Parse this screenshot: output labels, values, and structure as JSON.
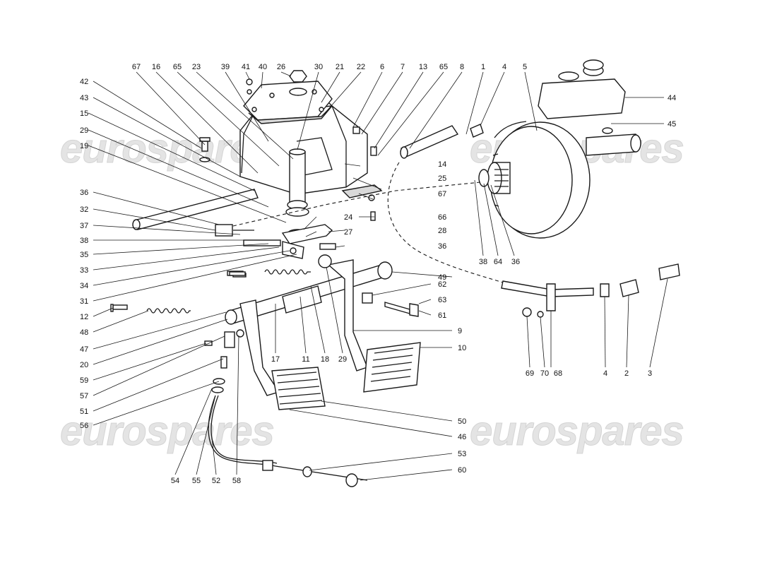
{
  "watermark": "eurospares",
  "callouts": {
    "top_row": [
      "67",
      "16",
      "65",
      "23",
      "39",
      "41",
      "40",
      "26",
      "30",
      "21",
      "22",
      "6",
      "7",
      "13",
      "65",
      "8",
      "1",
      "4",
      "5"
    ],
    "left_column": [
      "42",
      "43",
      "15",
      "29",
      "19",
      "36",
      "32",
      "37",
      "38",
      "35",
      "33",
      "34",
      "31"
    ],
    "left_lower": [
      "12",
      "48",
      "47",
      "20",
      "59",
      "57",
      "51",
      "56"
    ],
    "bottom_left": [
      "54",
      "55",
      "52",
      "58"
    ],
    "center": [
      "14",
      "25",
      "67",
      "66",
      "24",
      "27",
      "28",
      "36",
      "49",
      "62",
      "63",
      "61",
      "9",
      "10",
      "17",
      "11",
      "18",
      "29",
      "50",
      "46",
      "53",
      "60"
    ],
    "right": [
      "44",
      "45",
      "38",
      "64",
      "36",
      "69",
      "70",
      "68",
      "4",
      "2",
      "3"
    ]
  }
}
